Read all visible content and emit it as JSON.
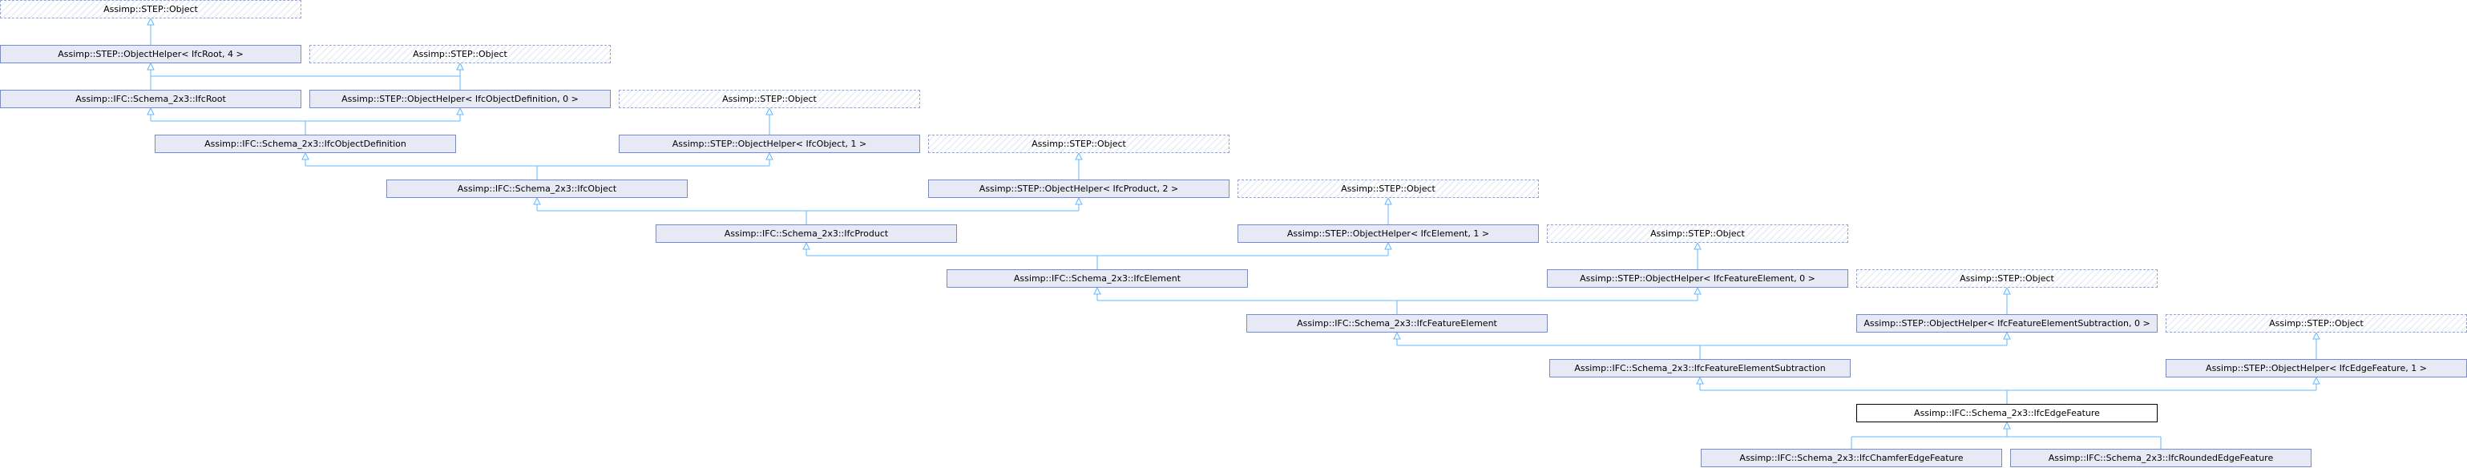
{
  "diagram": {
    "nodes": {
      "n01": "Assimp::STEP::Object",
      "n02": "Assimp::STEP::ObjectHelper< IfcRoot, 4 >",
      "n03": "Assimp::STEP::Object",
      "n04": "Assimp::IFC::Schema_2x3::IfcRoot",
      "n05": "Assimp::STEP::ObjectHelper< IfcObjectDefinition, 0 >",
      "n06": "Assimp::STEP::Object",
      "n07": "Assimp::IFC::Schema_2x3::IfcObjectDefinition",
      "n08": "Assimp::STEP::ObjectHelper< IfcObject, 1 >",
      "n09": "Assimp::STEP::Object",
      "n10": "Assimp::IFC::Schema_2x3::IfcObject",
      "n11": "Assimp::STEP::ObjectHelper< IfcProduct, 2 >",
      "n12": "Assimp::STEP::Object",
      "n13": "Assimp::IFC::Schema_2x3::IfcProduct",
      "n14": "Assimp::STEP::ObjectHelper< IfcElement, 1 >",
      "n15": "Assimp::STEP::Object",
      "n16": "Assimp::IFC::Schema_2x3::IfcElement",
      "n17": "Assimp::STEP::ObjectHelper< IfcFeatureElement, 0 >",
      "n18": "Assimp::STEP::Object",
      "n19": "Assimp::IFC::Schema_2x3::IfcFeatureElement",
      "n20": "Assimp::STEP::ObjectHelper< IfcFeatureElementSubtraction, 0 >",
      "n21": "Assimp::STEP::Object",
      "n22": "Assimp::IFC::Schema_2x3::IfcFeatureElementSubtraction",
      "n23": "Assimp::STEP::ObjectHelper< IfcEdgeFeature, 1 >",
      "n24": "Assimp::IFC::Schema_2x3::IfcEdgeFeature",
      "n25": "Assimp::IFC::Schema_2x3::IfcChamferEdgeFeature",
      "n26": "Assimp::IFC::Schema_2x3::IfcRoundedEdgeFeature"
    },
    "colors": {
      "edge": "#63b8ff",
      "class_fill": "#e7eaf4",
      "class_border": "#7d8cb8",
      "current_border": "#000000"
    }
  }
}
